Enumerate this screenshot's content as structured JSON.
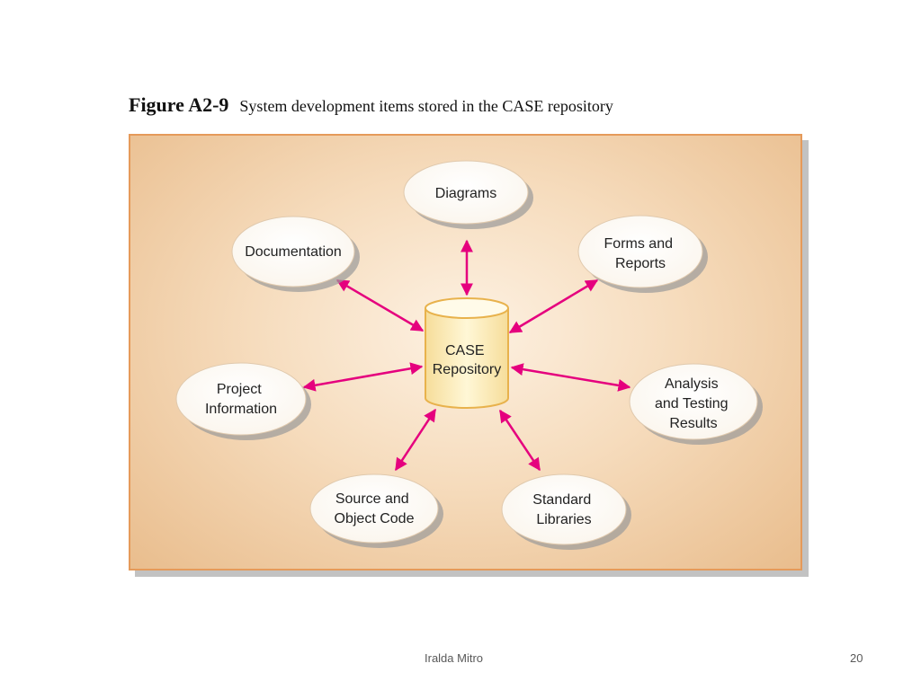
{
  "figure": {
    "number": "Figure A2-9",
    "caption": "System development items stored in the CASE repository"
  },
  "repository": {
    "lines": [
      "CASE",
      "Repository"
    ]
  },
  "nodes": {
    "diagrams": {
      "lines": [
        "Diagrams"
      ]
    },
    "forms_reports": {
      "lines": [
        "Forms and",
        "Reports"
      ]
    },
    "analysis_testing": {
      "lines": [
        "Analysis",
        "and Testing",
        "Results"
      ]
    },
    "standard_libraries": {
      "lines": [
        "Standard",
        "Libraries"
      ]
    },
    "source_object_code": {
      "lines": [
        "Source and",
        "Object Code"
      ]
    },
    "project_information": {
      "lines": [
        "Project",
        "Information"
      ]
    },
    "documentation": {
      "lines": [
        "Documentation"
      ]
    }
  },
  "colors": {
    "arrow": "#e5007e",
    "panel_border": "#e59a5a",
    "cylinder_fill": "#fdf0c4",
    "cylinder_stroke": "#e8b24c"
  },
  "footer": {
    "author": "Iralda Mitro",
    "page": "20"
  }
}
